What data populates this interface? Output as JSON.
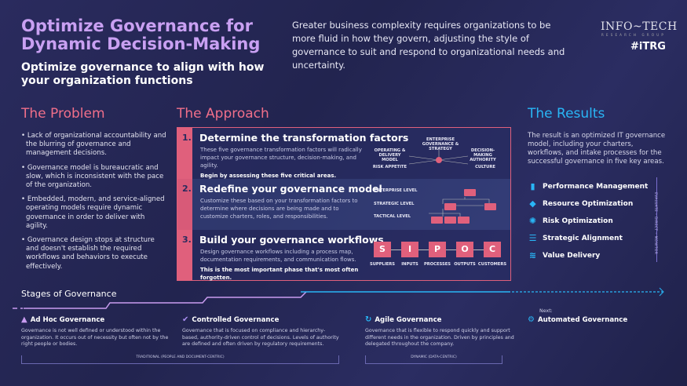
{
  "header": {
    "title": "Optimize Governance for Dynamic Decision-Making",
    "subtitle": "Optimize governance to align with how your organization functions",
    "intro": "Greater business complexity requires organizations to be more fluid in how they govern, adjusting the style of governance to suit and respond to organizational needs and uncertainty.",
    "logo_main": "INFO~TECH",
    "logo_sub": "RESEARCH GROUP",
    "logo_tag": "#iTRG"
  },
  "problem": {
    "heading": "The Problem",
    "items": [
      "Lack of organizational accountability and the blurring of governance and management decisions.",
      "Governance model is bureaucratic and slow, which is inconsistent with the pace of the organization.",
      "Embedded, modern, and service-aligned operating models require dynamic governance in order to deliver with agility.",
      "Governance design stops at structure and doesn't establish the required workflows and behaviors to execute effectively."
    ]
  },
  "approach": {
    "heading": "The Approach",
    "steps": [
      {
        "num": "1.",
        "title": "Determine the transformation factors",
        "desc": "These five governance transformation factors will radically impact your governance structure, decision-making, and agility.",
        "bold": "Begin by assessing these five critical areas.",
        "labels": [
          "ENTERPRISE GOVERNANCE & STRATEGY",
          "OPERATING & DELIVERY MODEL",
          "DECISION-MAKING AUTHORITY",
          "RISK APPETITE",
          "CULTURE"
        ]
      },
      {
        "num": "2.",
        "title": "Redefine your governance model",
        "desc": "Customize these based on your transformation factors to determine where decisions are being made and to customize charters, roles, and responsibilities.",
        "bold": "",
        "labels": [
          "ENTERPRISE LEVEL",
          "STRATEGIC LEVEL",
          "TACTICAL LEVEL"
        ]
      },
      {
        "num": "3.",
        "title": "Build your governance workflows",
        "desc": "Design governance workflows including a process map, documentation requirements, and communication flows.",
        "bold": "This is the most important phase that's most often forgotten.",
        "sipoc": [
          {
            "l": "S",
            "t": "SUPPLIERS"
          },
          {
            "l": "I",
            "t": "INPUTS"
          },
          {
            "l": "P",
            "t": "PROCESSES"
          },
          {
            "l": "O",
            "t": "OUTPUTS"
          },
          {
            "l": "C",
            "t": "CUSTOMERS"
          }
        ]
      }
    ]
  },
  "results": {
    "heading": "The Results",
    "text": "The result is an optimized IT governance model, including your charters, workflows, and intake processes for the successful governance in five key areas.",
    "items": [
      {
        "label": "Performance Management",
        "icon": "bar-chart-icon"
      },
      {
        "label": "Resource Optimization",
        "icon": "diamond-icon"
      },
      {
        "label": "Risk Optimization",
        "icon": "gear-icon"
      },
      {
        "label": "Strategic Alignment",
        "icon": "list-icon"
      },
      {
        "label": "Value Delivery",
        "icon": "coins-icon"
      }
    ],
    "cycle": "EVALUATE – DIRECT – MONITOR"
  },
  "stages": {
    "heading": "Stages of Governance",
    "items": [
      {
        "title": "Ad Hoc Governance",
        "desc": "Governance is not well defined or understood within the organization. It occurs out of necessity but often not by the right people or bodies.",
        "icon": "warning-icon"
      },
      {
        "title": "Controlled Governance",
        "desc": "Governance that is focused on compliance and hierarchy-based, authority-driven control of decisions. Levels of authority are defined and often driven by regulatory requirements.",
        "icon": "check-badge-icon"
      },
      {
        "title": "Agile Governance",
        "desc": "Governance that is flexible to respond quickly and support different needs in the organization. Driven by principles and delegated throughout the company.",
        "icon": "cycle-icon"
      },
      {
        "next": "Next:",
        "title": "Automated Governance",
        "icon": "automation-icon"
      }
    ],
    "traditional": "TRADITIONAL (PEOPLE AND DOCUMENT-CENTRIC)",
    "dynamic": "DYNAMIC (DATA-CENTRIC)"
  },
  "colors": {
    "pink": "#e0607c",
    "purple": "#c9a0f2",
    "cyan": "#29b6f6",
    "bg": "#23244f"
  }
}
